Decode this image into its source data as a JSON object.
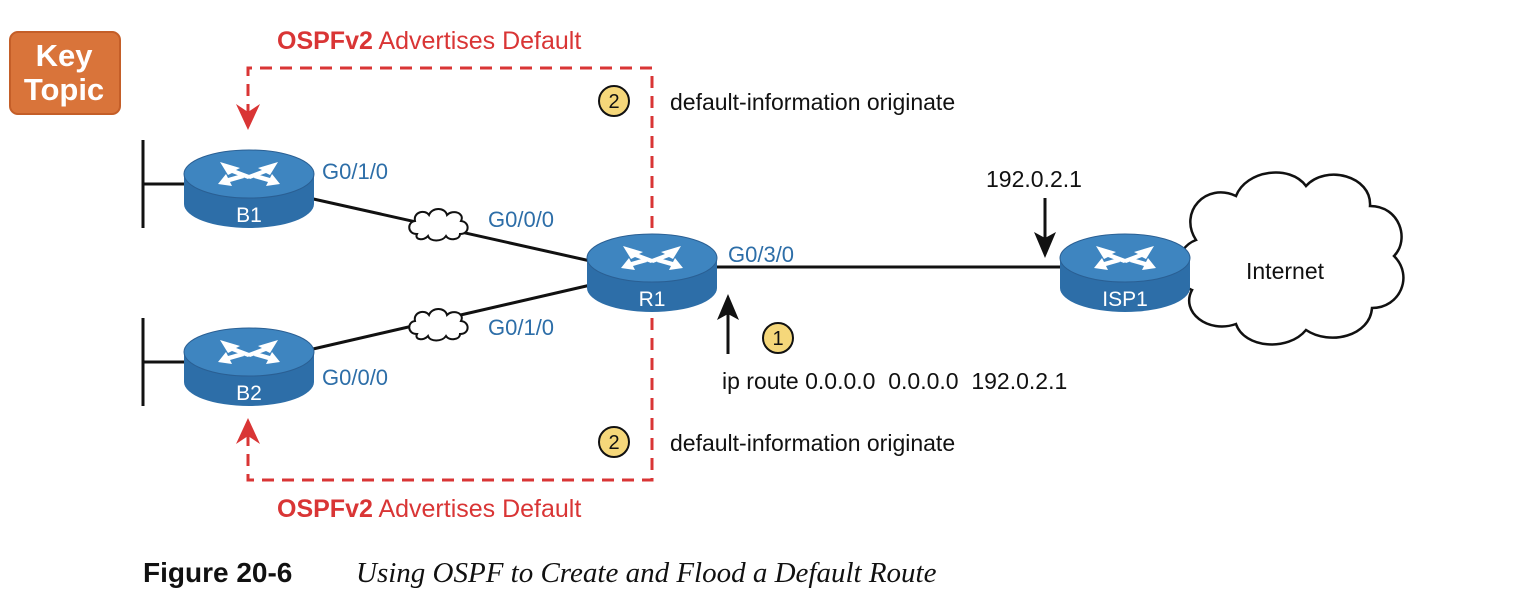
{
  "badge": {
    "line1": "Key",
    "line2": "Topic"
  },
  "advert_top": {
    "bold": "OSPFv2",
    "rest": " Advertises Default"
  },
  "advert_bottom": {
    "bold": "OSPFv2",
    "rest": " Advertises Default"
  },
  "step2_top": {
    "num": "2",
    "text": "default-information originate"
  },
  "step2_bottom": {
    "num": "2",
    "text": "default-information originate"
  },
  "step1": {
    "num": "1",
    "text": "ip route 0.0.0.0  0.0.0.0  192.0.2.1"
  },
  "routers": {
    "b1": "B1",
    "b2": "B2",
    "r1": "R1",
    "isp1": "ISP1"
  },
  "interfaces": {
    "b1_g010": "G0/1/0",
    "r1_g000": "G0/0/0",
    "r1_g030": "G0/3/0",
    "r1_g010": "G0/1/0",
    "b2_g000": "G0/0/0"
  },
  "isp_ip": "192.0.2.1",
  "cloud_label": "Internet",
  "caption": {
    "number": "Figure 20-6",
    "title": "Using OSPF to Create and Flood a Default Route"
  },
  "colors": {
    "badge": "#d9743a",
    "router_body": "#2d6ea8",
    "router_top": "#3e85c0",
    "interface_text": "#2d6ea8",
    "ospf_red": "#d93535",
    "step_circle": "#f5d77a"
  }
}
